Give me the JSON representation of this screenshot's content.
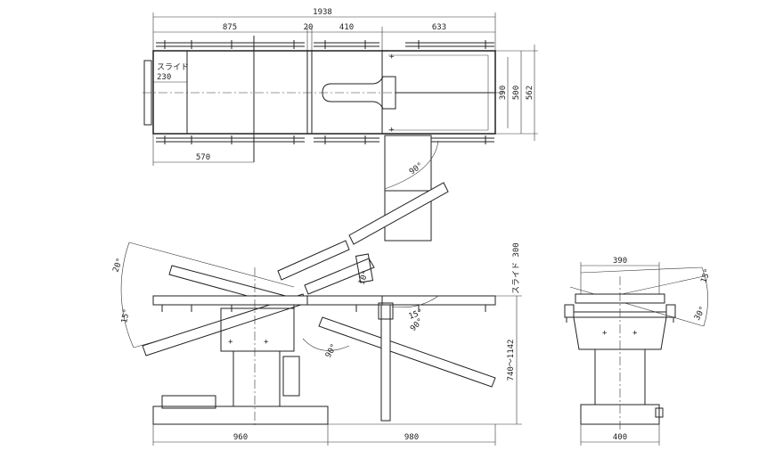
{
  "top_view": {
    "overall_length": "1938",
    "seg_1": "875",
    "seg_2": "20",
    "seg_3": "410",
    "seg_4": "633",
    "inner_width": "390",
    "width_500": "500",
    "width_562": "562",
    "slide_label": "スライド",
    "slide_value": "230",
    "bottom_length": "570",
    "rotation": "90°"
  },
  "side_view": {
    "angle_top_left": "20°",
    "angle_left": "15°",
    "angle_center": "10°",
    "angle_right_up": "15°",
    "angle_right_down": "90°",
    "angle_rotate": "90°",
    "height_range": "740～1142",
    "label_vertical": "スライド 300",
    "base_left": "960",
    "base_right": "980"
  },
  "end_view": {
    "top_width": "390",
    "tilt_right_up": "15°",
    "tilt_right_down": "30°",
    "base_width": "400"
  }
}
